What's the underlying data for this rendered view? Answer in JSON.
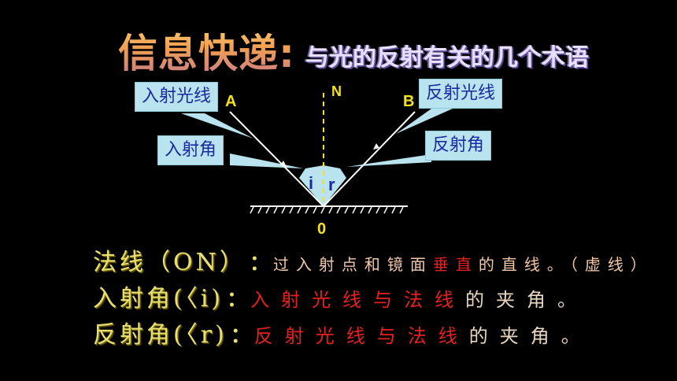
{
  "title": {
    "main": "信息快递:",
    "sub": "与光的反射有关的几个术语"
  },
  "diagram": {
    "points": {
      "A": "A",
      "B": "B",
      "N": "N",
      "O": "0"
    },
    "angles": {
      "incidence": "i",
      "reflection": "r"
    },
    "callouts": {
      "incident_ray": "入射光线",
      "incident_angle": "入射角",
      "reflected_ray": "反射光线",
      "reflected_angle": "反射角"
    }
  },
  "definitions": [
    {
      "term": "法线（ON）",
      "colon": "：",
      "desc_a": "过入射点和镜面",
      "desc_b": "垂直",
      "desc_c": "的直线。（虚线）"
    },
    {
      "term": "入射角(〈i)",
      "colon": "：",
      "desc_a": "入射光线与法线",
      "desc_b": "的夹角。"
    },
    {
      "term": "反射角(〈r)",
      "colon": "：",
      "desc_a": "反射光线与法线",
      "desc_b": "的夹角。"
    }
  ],
  "colors": {
    "background": "#000000",
    "callout_bg": "#b9e3ef",
    "callout_text": "#1a2aa0",
    "point_label": "#f5e21a",
    "highlight": "#e52020"
  }
}
